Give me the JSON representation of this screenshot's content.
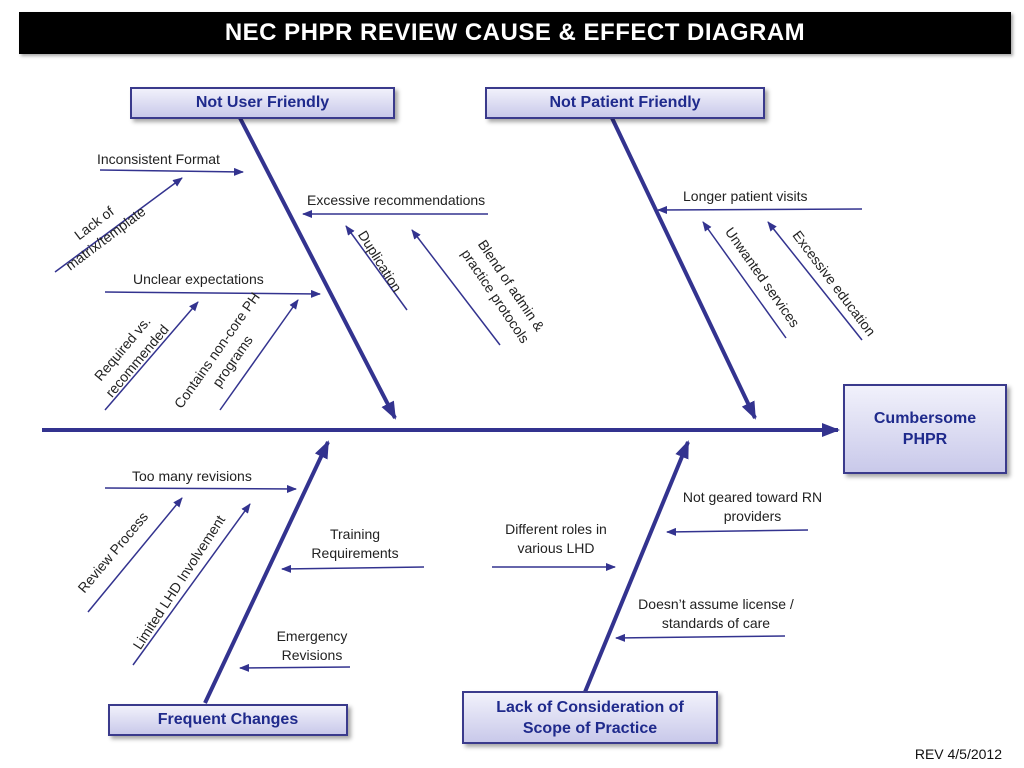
{
  "title": "NEC PHPR REVIEW CAUSE & EFFECT DIAGRAM",
  "effect": "Cumbersome PHPR",
  "categories": {
    "user": "Not User Friendly",
    "patient": "Not Patient Friendly",
    "changes": "Frequent Changes",
    "scope": "Lack of Consideration of Scope of Practice"
  },
  "causes": {
    "inconsistent_format": "Inconsistent Format",
    "lack_template": "Lack of matrix/template",
    "unclear_expectations": "Unclear expectations",
    "required_vs": "Required vs. recommended",
    "non_core": "Contains non-core PH programs",
    "excessive_recs": "Excessive recommendations",
    "duplication": "Duplication",
    "blend": "Blend of admin & practice protocols",
    "longer_visits": "Longer patient visits",
    "unwanted": "Unwanted services",
    "excessive_education": "Excessive education",
    "too_many_revisions": "Too many revisions",
    "review_process": "Review Process",
    "limited_lhd": "Limited LHD Involvement",
    "training": "Training Requirements",
    "emergency": "Emergency Revisions",
    "different_roles": "Different roles in various LHD",
    "not_geared": "Not geared toward RN providers",
    "license": "Doesn’t assume license / standards of care"
  },
  "rev": "REV 4/5/2012",
  "colors": {
    "line": "#33338f",
    "box_text": "#1f2a8c"
  }
}
